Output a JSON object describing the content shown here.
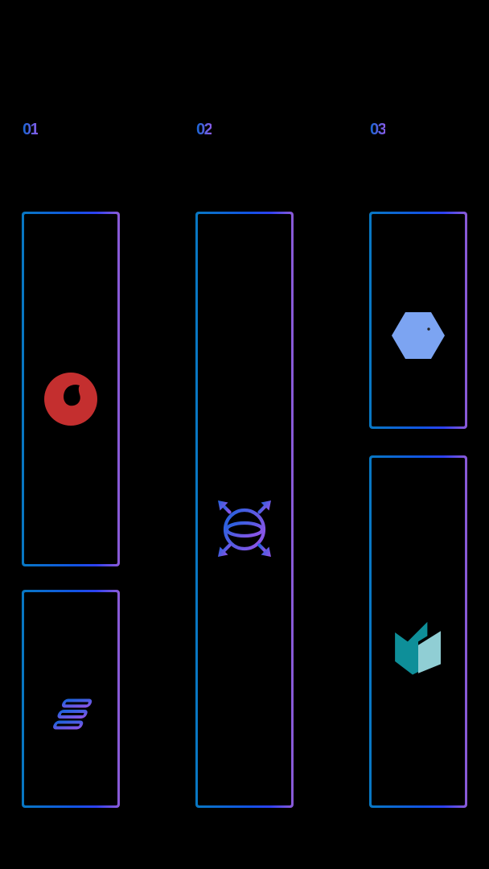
{
  "page": {
    "background": "#000000"
  },
  "colors": {
    "page-bg": "#000000",
    "frame-blue": "#0878c2",
    "frame-mid-blue": "#1253e4",
    "frame-bright-blue": "#2e41f2",
    "frame-purple": "#8d5bd6",
    "label-blue": "#1565d4",
    "label-purple": "#8a5ce8",
    "icon-blue": "#1e62dd",
    "icon-purple": "#8655e6",
    "vodafone-red": "#c42f2f",
    "hexagon-blue": "#7ca4f2",
    "hexagon-dot": "#222222",
    "teal-dark": "#0e8f99",
    "teal-light": "#90ced4"
  },
  "columns": [
    {
      "label": "01",
      "boxes": [
        {
          "icon": "vodafone-speechmark-icon"
        },
        {
          "icon": "stacked-layers-icon"
        }
      ]
    },
    {
      "label": "02",
      "boxes": [
        {
          "icon": "globe-expand-icon"
        }
      ]
    },
    {
      "label": "03",
      "boxes": [
        {
          "icon": "hexagon-icon"
        },
        {
          "icon": "open-box-icon"
        }
      ]
    }
  ]
}
